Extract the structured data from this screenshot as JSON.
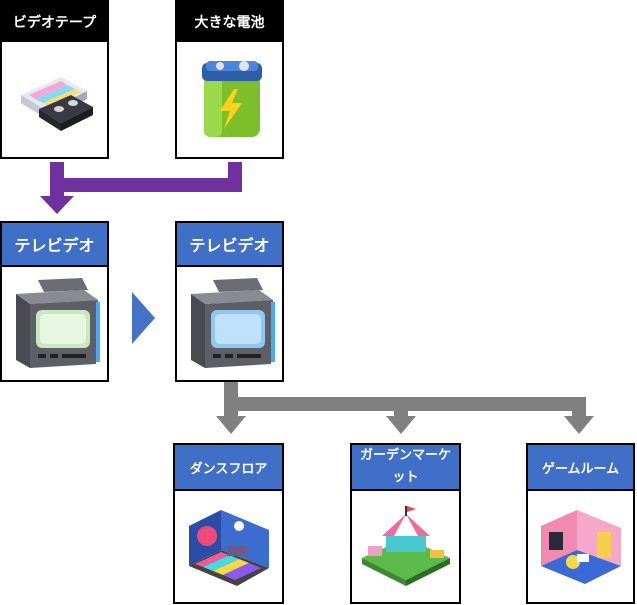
{
  "top": [
    {
      "label": "ビデオテープ",
      "icon": "vhs-tape-icon"
    },
    {
      "label": "大きな電池",
      "icon": "battery-icon"
    }
  ],
  "middle": [
    {
      "label": "テレビデオ",
      "icon": "crt-tv-icon"
    },
    {
      "label": "テレビデオ",
      "icon": "crt-tv-blue-icon"
    }
  ],
  "bottom": [
    {
      "label": "ダンスフロア",
      "icon": "dance-floor-room-icon"
    },
    {
      "label": "ガーデンマーケット",
      "icon": "garden-market-icon"
    },
    {
      "label": "ゲームルーム",
      "icon": "game-room-icon"
    }
  ],
  "colors": {
    "merge_arrow": "#7030a0",
    "upgrade_arrow": "#4472c4",
    "branch_arrow": "#808080",
    "header_blue": "#3f6fc6",
    "header_black": "#000000"
  }
}
